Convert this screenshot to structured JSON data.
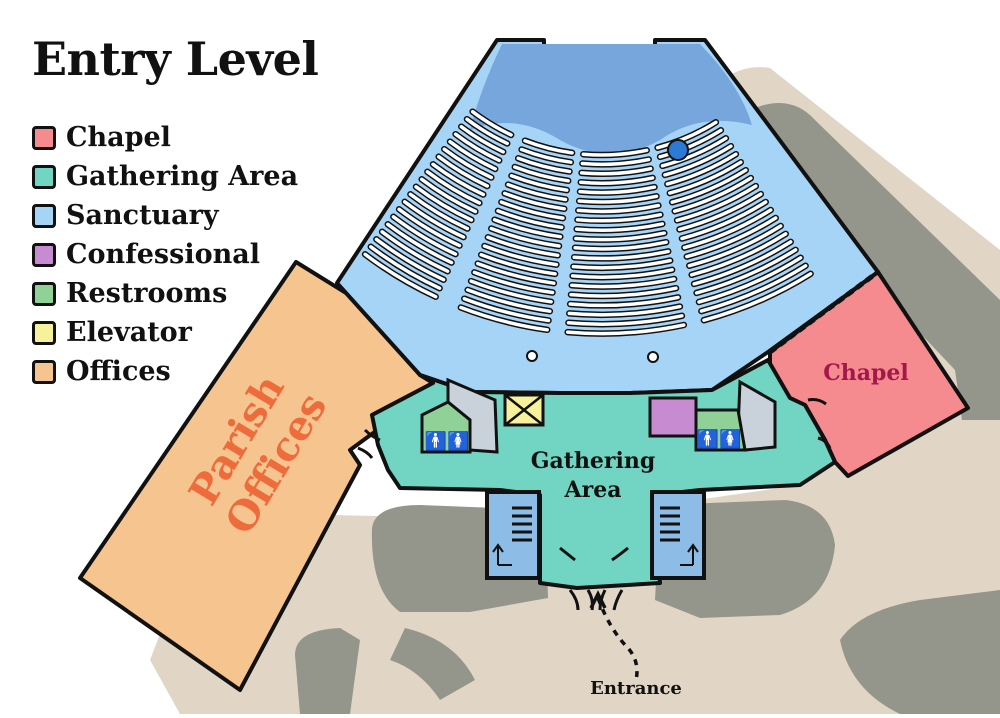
{
  "title": "Entry Level",
  "legend": [
    {
      "label": "Chapel",
      "color": "#f58a8f"
    },
    {
      "label": "Gathering Area",
      "color": "#72d4c2"
    },
    {
      "label": "Sanctuary",
      "color": "#a6d4f7"
    },
    {
      "label": "Confessional",
      "color": "#c78bd1"
    },
    {
      "label": "Restrooms",
      "color": "#8fd197"
    },
    {
      "label": "Elevator",
      "color": "#f6f19a"
    },
    {
      "label": "Offices",
      "color": "#f6c48f"
    }
  ],
  "map_labels": {
    "parish_offices_line1": "Parish",
    "parish_offices_line2": "Offices",
    "chapel": "Chapel",
    "gathering_line1": "Gathering",
    "gathering_line2": "Area",
    "entrance": "Entrance"
  },
  "colors": {
    "ground": "#e1d6c5",
    "parking": "#94968b",
    "sanctuary": "#a6d4f7",
    "altar": "#77a6dd",
    "gathering": "#72d4c2",
    "chapel": "#f58a8f",
    "offices": "#f6c48f",
    "stairs": "#8dbde6",
    "restroom": "#8fd197",
    "elevator": "#f6f19a",
    "confessional": "#c78bd1",
    "utility": "#c9d2da",
    "offices_text": "#ee6b3c",
    "chapel_text": "#a3184a",
    "outline": "#111111"
  }
}
